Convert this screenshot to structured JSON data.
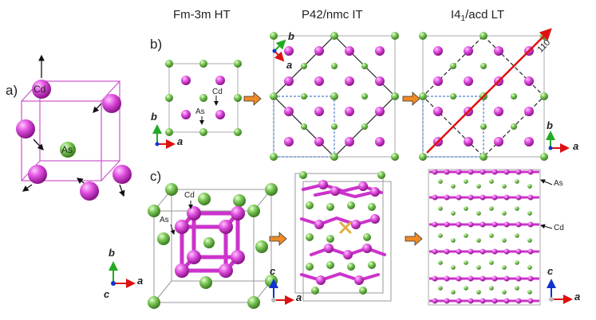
{
  "columns": {
    "ht": "Fm-3m HT",
    "it": "P42/nmc IT",
    "lt_prefix": "I4",
    "lt_sub": "1",
    "lt_suffix": "/acd LT"
  },
  "panels": {
    "a": "a)",
    "b": "b)",
    "c": "c)"
  },
  "atoms": {
    "cd": "Cd",
    "as": "As"
  },
  "axes": {
    "a": "a",
    "b": "b",
    "c": "c"
  },
  "direction_label": "110",
  "colors": {
    "cd": "#d43fd0",
    "as": "#6fbf4a",
    "bond": "#cc33cc",
    "arrow_orange": "#f08a24",
    "axis_red": "#dd1111",
    "axis_green": "#22aa22",
    "axis_blue": "#1133cc",
    "dashed_blue": "#4f7fd0",
    "cross": "#e0b040"
  }
}
